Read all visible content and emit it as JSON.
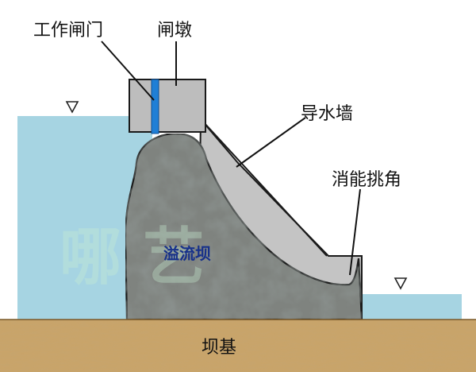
{
  "labels": {
    "gate": "工作闸门",
    "pier": "闸墩",
    "guide_wall": "导水墙",
    "flip_bucket": "消能挑角",
    "dam": "溢流坝",
    "foundation": "坝基"
  },
  "colors": {
    "water": "#a6d4e2",
    "gate": "#1f7fd6",
    "pier": "#bdbdbd",
    "dam": "#8a8a8a",
    "foundation": "#c9a46a",
    "outline": "#1a1a1a"
  }
}
